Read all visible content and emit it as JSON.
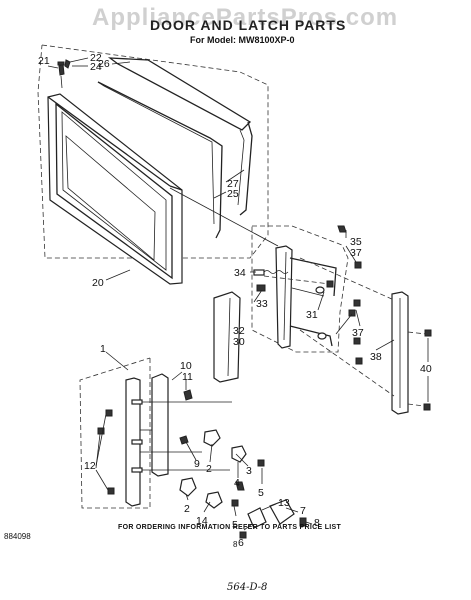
{
  "watermark": "AppliancePartsPros.com",
  "title": "DOOR AND LATCH PARTS",
  "subtitle": "For Model: MW8100XP-0",
  "order_note": "FOR ORDERING INFORMATION REFER TO PARTS PRICE LIST",
  "doc_number": "884098",
  "page_number": "8",
  "handwritten": "564-D-8",
  "callouts": {
    "c21": "21",
    "c22": "22",
    "c24": "24",
    "c26": "26",
    "c27": "27",
    "c25": "25",
    "c20": "20",
    "c35": "35",
    "c37a": "37",
    "c34": "34",
    "c33": "33",
    "c31": "31",
    "c32": "32",
    "c30": "30",
    "c37b": "37",
    "c38": "38",
    "c40": "40",
    "c1": "1",
    "c10": "10",
    "c11": "11",
    "c12": "12",
    "c9": "9",
    "c2a": "2",
    "c4": "4",
    "c3": "3",
    "c5a": "5",
    "c2b": "2",
    "c14": "14",
    "c5b": "5",
    "c13": "13",
    "c7": "7",
    "c6": "6",
    "c8": "8"
  }
}
